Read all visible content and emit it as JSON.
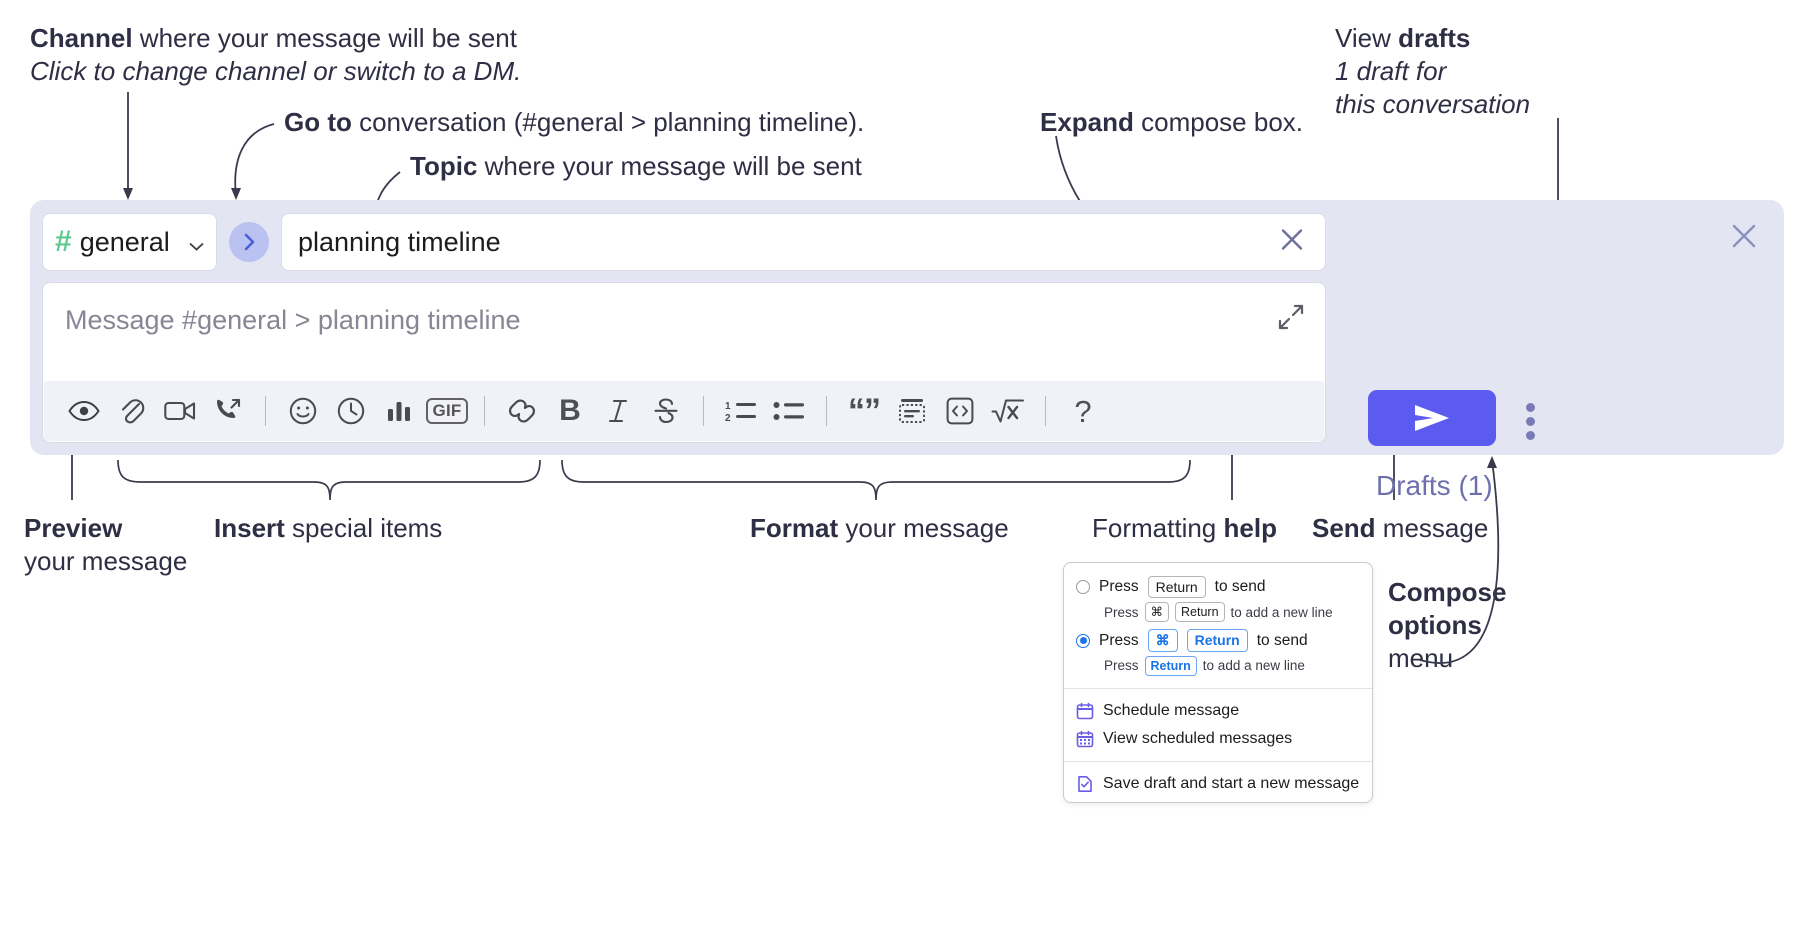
{
  "annotations": {
    "channel": {
      "bold": "Channel",
      "rest": " where your message will be sent",
      "italic": "Click to change channel or switch to a DM."
    },
    "goto": {
      "bold": "Go to",
      "rest": " conversation (#general > planning timeline)."
    },
    "topic": {
      "bold": "Topic",
      "rest": " where your message will be sent"
    },
    "expand": {
      "bold": "Expand",
      "rest": " compose box."
    },
    "drafts": {
      "line1_rest": "View ",
      "line1_bold": "drafts",
      "italic1": "1 draft for",
      "italic2": "this conversation"
    },
    "preview": {
      "bold": "Preview",
      "rest": "your message"
    },
    "insert": {
      "bold": "Insert",
      "rest": " special items"
    },
    "format": {
      "bold": "Format",
      "rest": " your message"
    },
    "help": {
      "rest": "Formatting ",
      "bold": "help"
    },
    "send": {
      "bold": "Send",
      "rest": " message"
    },
    "compose": {
      "bold1": "Compose",
      "bold2": "options",
      "rest": "menu"
    }
  },
  "compose": {
    "channel_name": "general",
    "hash_symbol": "#",
    "topic_value": "planning timeline",
    "message_placeholder": "Message #general > planning timeline",
    "drafts_label": "Drafts (1)",
    "toolbar_left": [
      {
        "name": "preview-icon",
        "label": "Preview"
      },
      {
        "name": "attachment-icon",
        "label": "Attach file"
      },
      {
        "name": "video-icon",
        "label": "Video clip"
      },
      {
        "name": "audio-call-icon",
        "label": "Audio clip"
      },
      {
        "name": "emoji-icon",
        "label": "Emoji"
      },
      {
        "name": "clock-icon",
        "label": "Reminder"
      },
      {
        "name": "poll-icon",
        "label": "Poll"
      },
      {
        "name": "gif-icon",
        "label": "GIF"
      },
      {
        "name": "link-icon",
        "label": "Link"
      },
      {
        "name": "bold-icon",
        "label": "B"
      },
      {
        "name": "italic-icon",
        "label": "I"
      },
      {
        "name": "strikethrough-icon",
        "label": "S"
      },
      {
        "name": "ordered-list-icon",
        "label": "Ordered list"
      },
      {
        "name": "bullet-list-icon",
        "label": "Bulleted list"
      },
      {
        "name": "blockquote-icon",
        "label": "Blockquote"
      },
      {
        "name": "code-block-icon",
        "label": "Code block"
      },
      {
        "name": "code-icon",
        "label": "Code"
      },
      {
        "name": "math-icon",
        "label": "Math"
      },
      {
        "name": "help-icon",
        "label": "?"
      }
    ]
  },
  "options_menu": {
    "option1": {
      "pre": "Press ",
      "key": "Return",
      "post": " to send",
      "selected": false,
      "sub_pre": "Press ",
      "sub_key1": "⌘",
      "sub_key2": "Return",
      "sub_post": " to add a new line"
    },
    "option2": {
      "pre": "Press ",
      "key1": "⌘",
      "key2": "Return",
      "post": " to send",
      "selected": true,
      "sub_pre": "Press ",
      "sub_key": "Return",
      "sub_post": " to add a new line"
    },
    "items": [
      {
        "icon": "calendar-icon",
        "label": "Schedule message"
      },
      {
        "icon": "calendar-grid-icon",
        "label": "View scheduled messages"
      },
      {
        "icon": "save-draft-icon",
        "label": "Save draft and start a new message"
      }
    ]
  },
  "colors": {
    "panel_bg": "#e3e5f2",
    "send_button": "#5b5bf0",
    "hash_green": "#5ec98f",
    "goto_circle": "#b9c2f0",
    "drafts_text": "#6f6fae",
    "radio_blue": "#1a74e8"
  }
}
